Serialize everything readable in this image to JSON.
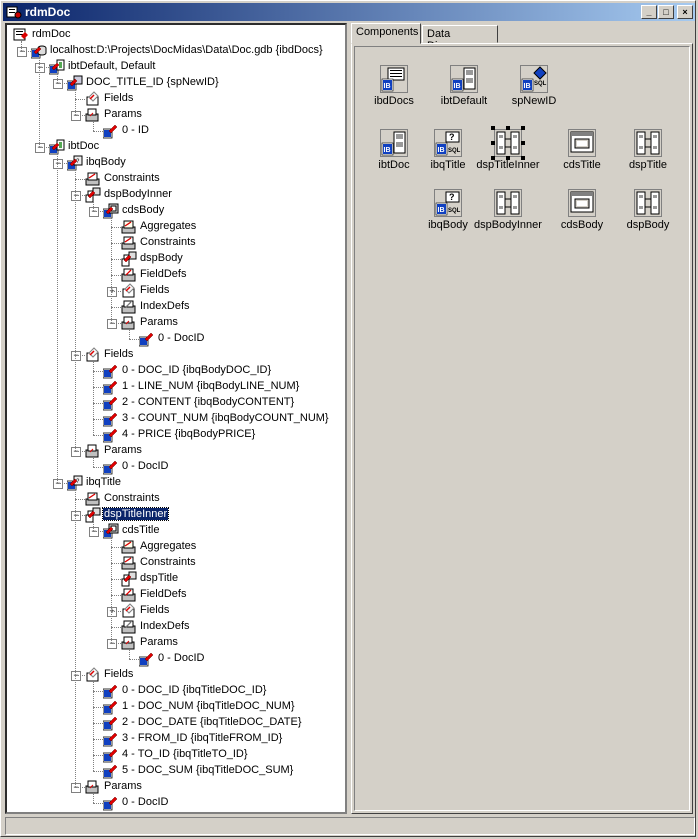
{
  "window": {
    "title": "rdmDoc"
  },
  "tabs": [
    {
      "label": "Components",
      "active": true
    },
    {
      "label": "Data Diagram",
      "active": false
    }
  ],
  "tree": [
    {
      "label": "rdmDoc",
      "icon": "datamodule-icon",
      "exp": ""
    },
    {
      "label": "localhost:D:\\Projects\\DocMidas\\Data\\Doc.gdb {ibdDocs}",
      "icon": "database-icon",
      "exp": "-"
    },
    {
      "label": "ibtDefault, Default",
      "icon": "transaction-icon",
      "exp": "-"
    },
    {
      "label": "DOC_TITLE_ID {spNewID}",
      "icon": "procedure-icon",
      "exp": "-"
    },
    {
      "label": "Fields",
      "icon": "fields-icon",
      "exp": ""
    },
    {
      "label": "Params",
      "icon": "params-icon",
      "exp": "-"
    },
    {
      "label": "0 - ID",
      "icon": "param-icon",
      "exp": ""
    },
    {
      "label": "ibtDoc",
      "icon": "transaction-icon",
      "exp": "-"
    },
    {
      "label": "ibqBody",
      "icon": "query-icon",
      "exp": "-"
    },
    {
      "label": "Constraints",
      "icon": "constraints-icon",
      "exp": ""
    },
    {
      "label": "dspBodyInner",
      "icon": "provider-icon",
      "exp": "-"
    },
    {
      "label": "cdsBody",
      "icon": "clientdataset-icon",
      "exp": "-"
    },
    {
      "label": "Aggregates",
      "icon": "aggregates-icon",
      "exp": ""
    },
    {
      "label": "Constraints",
      "icon": "constraints-icon",
      "exp": ""
    },
    {
      "label": "dspBody",
      "icon": "provider-icon",
      "exp": ""
    },
    {
      "label": "FieldDefs",
      "icon": "fielddefs-icon",
      "exp": ""
    },
    {
      "label": "Fields",
      "icon": "fields-icon",
      "exp": "+"
    },
    {
      "label": "IndexDefs",
      "icon": "indexdefs-icon",
      "exp": ""
    },
    {
      "label": "Params",
      "icon": "params-icon",
      "exp": "-"
    },
    {
      "label": "0 - DocID",
      "icon": "param-icon",
      "exp": ""
    },
    {
      "label": "Fields",
      "icon": "fields-icon",
      "exp": "-"
    },
    {
      "label": "0 - DOC_ID {ibqBodyDOC_ID}",
      "icon": "field-icon",
      "exp": ""
    },
    {
      "label": "1 - LINE_NUM {ibqBodyLINE_NUM}",
      "icon": "field-icon",
      "exp": ""
    },
    {
      "label": "2 - CONTENT {ibqBodyCONTENT}",
      "icon": "field-icon",
      "exp": ""
    },
    {
      "label": "3 - COUNT_NUM {ibqBodyCOUNT_NUM}",
      "icon": "field-icon",
      "exp": ""
    },
    {
      "label": "4 - PRICE {ibqBodyPRICE}",
      "icon": "field-icon",
      "exp": ""
    },
    {
      "label": "Params",
      "icon": "params-icon",
      "exp": "-"
    },
    {
      "label": "0 - DocID",
      "icon": "param-icon",
      "exp": ""
    },
    {
      "label": "ibqTitle",
      "icon": "query-icon",
      "exp": "-"
    },
    {
      "label": "Constraints",
      "icon": "constraints-icon",
      "exp": ""
    },
    {
      "label": "dspTitleInner",
      "icon": "provider-icon",
      "exp": "-",
      "selected": true
    },
    {
      "label": "cdsTitle",
      "icon": "clientdataset-icon",
      "exp": "-"
    },
    {
      "label": "Aggregates",
      "icon": "aggregates-icon",
      "exp": ""
    },
    {
      "label": "Constraints",
      "icon": "constraints-icon",
      "exp": ""
    },
    {
      "label": "dspTitle",
      "icon": "provider-icon",
      "exp": ""
    },
    {
      "label": "FieldDefs",
      "icon": "fielddefs-icon",
      "exp": ""
    },
    {
      "label": "Fields",
      "icon": "fields-icon",
      "exp": "+"
    },
    {
      "label": "IndexDefs",
      "icon": "indexdefs-icon",
      "exp": ""
    },
    {
      "label": "Params",
      "icon": "params-icon",
      "exp": "-"
    },
    {
      "label": "0 - DocID",
      "icon": "param-icon",
      "exp": ""
    },
    {
      "label": "Fields",
      "icon": "fields-icon",
      "exp": "-"
    },
    {
      "label": "0 - DOC_ID {ibqTitleDOC_ID}",
      "icon": "field-icon",
      "exp": ""
    },
    {
      "label": "1 - DOC_NUM {ibqTitleDOC_NUM}",
      "icon": "field-icon",
      "exp": ""
    },
    {
      "label": "2 - DOC_DATE {ibqTitleDOC_DATE}",
      "icon": "field-icon",
      "exp": ""
    },
    {
      "label": "3 - FROM_ID {ibqTitleFROM_ID}",
      "icon": "field-icon",
      "exp": ""
    },
    {
      "label": "4 - TO_ID {ibqTitleTO_ID}",
      "icon": "field-icon",
      "exp": ""
    },
    {
      "label": "5 - DOC_SUM {ibqTitleDOC_SUM}",
      "icon": "field-icon",
      "exp": ""
    },
    {
      "label": "Params",
      "icon": "params-icon",
      "exp": "-"
    },
    {
      "label": "0 - DocID",
      "icon": "param-icon",
      "exp": ""
    }
  ],
  "components": [
    {
      "label": "ibdDocs",
      "icon": "ibdatabase-icon"
    },
    {
      "label": "ibtDefault",
      "icon": "ibtransaction-icon"
    },
    {
      "label": "spNewID",
      "icon": "ibstoredproc-icon"
    },
    {
      "label": "ibtDoc",
      "icon": "ibtransaction-icon"
    },
    {
      "label": "ibqTitle",
      "icon": "ibquery-icon"
    },
    {
      "label": "dspTitleInner",
      "icon": "datasetprovider-icon",
      "selected": true
    },
    {
      "label": "cdsTitle",
      "icon": "clientdataset-icon"
    },
    {
      "label": "dspTitle",
      "icon": "datasetprovider-icon"
    },
    {
      "label": "ibqBody",
      "icon": "ibquery-icon"
    },
    {
      "label": "dspBodyInner",
      "icon": "datasetprovider-icon"
    },
    {
      "label": "cdsBody",
      "icon": "clientdataset-icon"
    },
    {
      "label": "dspBody",
      "icon": "datasetprovider-icon"
    }
  ],
  "colors": {
    "titlebar": "#0a246a",
    "selection": "#0a246a",
    "face": "#d4d0c8"
  }
}
